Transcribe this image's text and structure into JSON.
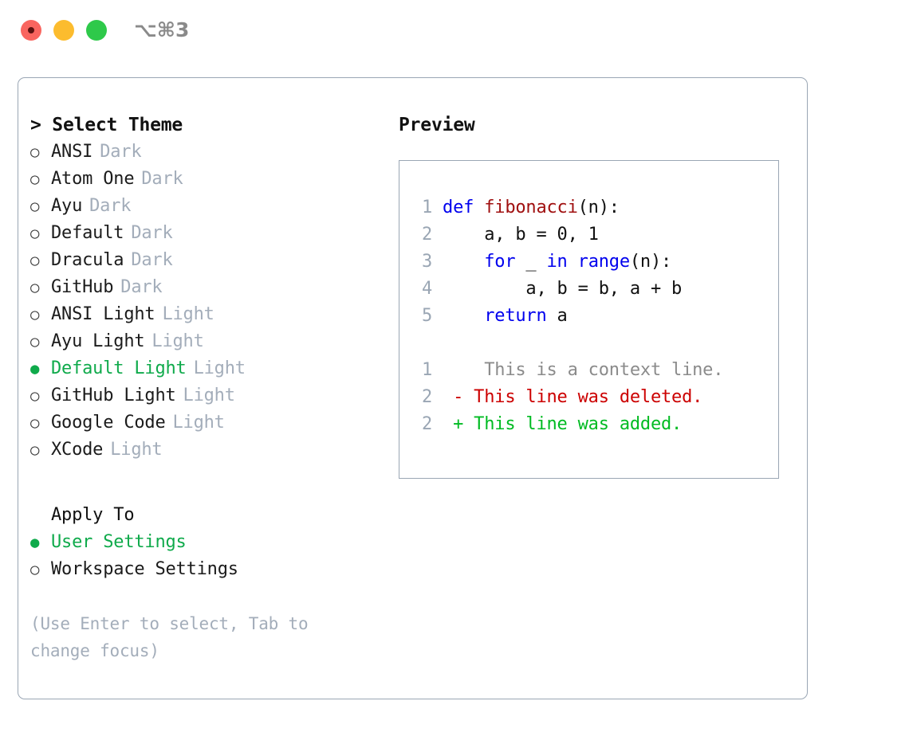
{
  "window": {
    "shortcut": "⌥⌘3",
    "traffic_lights": [
      {
        "name": "close-button",
        "color": "#f9655f"
      },
      {
        "name": "minimize-button",
        "color": "#fcbc2e"
      },
      {
        "name": "maximize-button",
        "color": "#2ec94a"
      }
    ]
  },
  "colors": {
    "accent_green": "#0faa4b",
    "muted": "#a3adba",
    "border": "#9aa6b4",
    "keyword_blue": "#0000ee",
    "function_red": "#a01010",
    "diff_delete": "#cc0000",
    "diff_add": "#00bb22"
  },
  "theme_picker": {
    "header": "> Select Theme",
    "items": [
      {
        "marker": "○",
        "name": "ANSI",
        "variant": "Dark",
        "selected": false
      },
      {
        "marker": "○",
        "name": "Atom One",
        "variant": "Dark",
        "selected": false
      },
      {
        "marker": "○",
        "name": "Ayu",
        "variant": "Dark",
        "selected": false
      },
      {
        "marker": "○",
        "name": "Default",
        "variant": "Dark",
        "selected": false
      },
      {
        "marker": "○",
        "name": "Dracula",
        "variant": "Dark",
        "selected": false
      },
      {
        "marker": "○",
        "name": "GitHub",
        "variant": "Dark",
        "selected": false
      },
      {
        "marker": "○",
        "name": "ANSI Light",
        "variant": "Light",
        "selected": false
      },
      {
        "marker": "○",
        "name": "Ayu Light",
        "variant": "Light",
        "selected": false
      },
      {
        "marker": "●",
        "name": "Default Light",
        "variant": "Light",
        "selected": true
      },
      {
        "marker": "○",
        "name": "GitHub Light",
        "variant": "Light",
        "selected": false
      },
      {
        "marker": "○",
        "name": "Google Code",
        "variant": "Light",
        "selected": false
      },
      {
        "marker": "○",
        "name": "XCode",
        "variant": "Light",
        "selected": false
      }
    ]
  },
  "apply_to": {
    "header": "Apply To",
    "items": [
      {
        "marker": "●",
        "label": "User Settings",
        "selected": true
      },
      {
        "marker": "○",
        "label": "Workspace Settings",
        "selected": false
      }
    ]
  },
  "hint": "(Use Enter to select, Tab to change focus)",
  "preview": {
    "title": "Preview",
    "code_lines": [
      {
        "number": "1",
        "tokens": [
          {
            "text": " ",
            "style": "pl"
          },
          {
            "text": "def",
            "style": "kw"
          },
          {
            "text": " ",
            "style": "pl"
          },
          {
            "text": "fibonacci",
            "style": "fn"
          },
          {
            "text": "(n):",
            "style": "pl"
          }
        ]
      },
      {
        "number": "2",
        "tokens": [
          {
            "text": "     a, b = 0, 1",
            "style": "pl"
          }
        ]
      },
      {
        "number": "3",
        "tokens": [
          {
            "text": "     ",
            "style": "pl"
          },
          {
            "text": "for",
            "style": "kw"
          },
          {
            "text": " _ ",
            "style": "pl"
          },
          {
            "text": "in",
            "style": "kw"
          },
          {
            "text": " ",
            "style": "pl"
          },
          {
            "text": "range",
            "style": "kw"
          },
          {
            "text": "(n):",
            "style": "pl"
          }
        ]
      },
      {
        "number": "4",
        "tokens": [
          {
            "text": "         a, b = b, a + b",
            "style": "pl"
          }
        ]
      },
      {
        "number": "5",
        "tokens": [
          {
            "text": "     ",
            "style": "pl"
          },
          {
            "text": "return",
            "style": "kw"
          },
          {
            "text": " a",
            "style": "pl"
          }
        ]
      }
    ],
    "diff_lines": [
      {
        "number": "1",
        "sign": " ",
        "text": "  This is a context line.",
        "style": "diff-ctx"
      },
      {
        "number": "2",
        "sign": "-",
        "text": " This line was deleted.",
        "style": "diff-del"
      },
      {
        "number": "2",
        "sign": "+",
        "text": " This line was added.",
        "style": "diff-add"
      }
    ]
  }
}
